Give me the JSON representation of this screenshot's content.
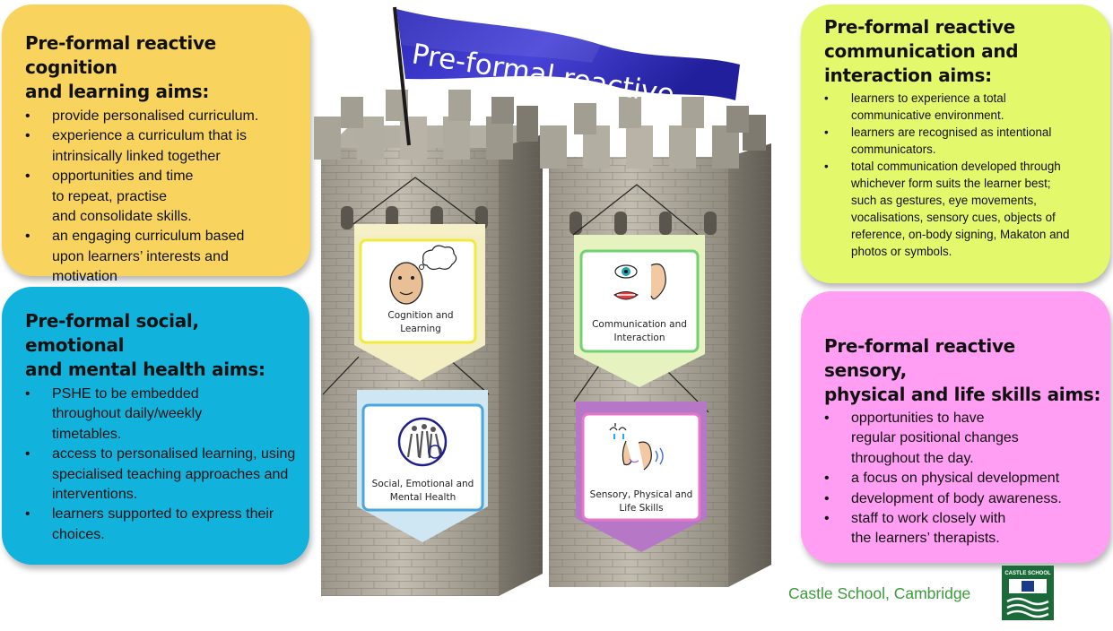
{
  "flag": {
    "text": "Pre-formal reactive"
  },
  "cognition": {
    "title": "Pre-formal reactive cognition\nand learning aims:",
    "bullets": [
      "provide personalised curriculum.",
      "experience a curriculum that is intrinsically linked together",
      "opportunities and time\nto repeat, practise\nand consolidate skills.",
      "an engaging curriculum based upon learners’ interests and motivation"
    ]
  },
  "social": {
    "title": "Pre-formal social, emotional\nand mental health aims:",
    "bullets": [
      "PSHE to be embedded throughout daily/weekly timetables.",
      "access to personalised learning, using specialised teaching approaches and interventions.",
      "learners supported to express their choices."
    ]
  },
  "communication": {
    "title": "Pre-formal reactive\ncommunication and\ninteraction aims:",
    "bullets": [
      "learners to experience a total communicative environment.",
      "learners are recognised as intentional communicators.",
      "total communication developed through whichever form suits the learner best; such as gestures, eye movements, vocalisations, sensory cues, objects of reference, on-body signing, Makaton and photos or symbols."
    ]
  },
  "sensory": {
    "title": "Pre-formal reactive sensory,\nphysical and life skills aims:",
    "bullets": [
      "opportunities to have\nregular positional changes\nthroughout the day.",
      "a focus on physical development",
      "development of body awareness.",
      "staff to work closely with\nthe learners’ therapists."
    ]
  },
  "panels": {
    "cognition": "Cognition and\nLearning",
    "communication": "Communication and\nInteraction",
    "social": "Social, Emotional and\nMental Health",
    "sensory": "Sensory, Physical and\nLife Skills"
  },
  "footer": {
    "school": "Castle School, Cambridge"
  },
  "logo": {
    "text": "CASTLE SCHOOL"
  },
  "colors": {
    "cognition": "#f8d45e",
    "social": "#11b2db",
    "communication": "#e4f86b",
    "sensory": "#ff9ef3",
    "flag": "#2b28b8",
    "footer_text": "#3a9b3a"
  }
}
